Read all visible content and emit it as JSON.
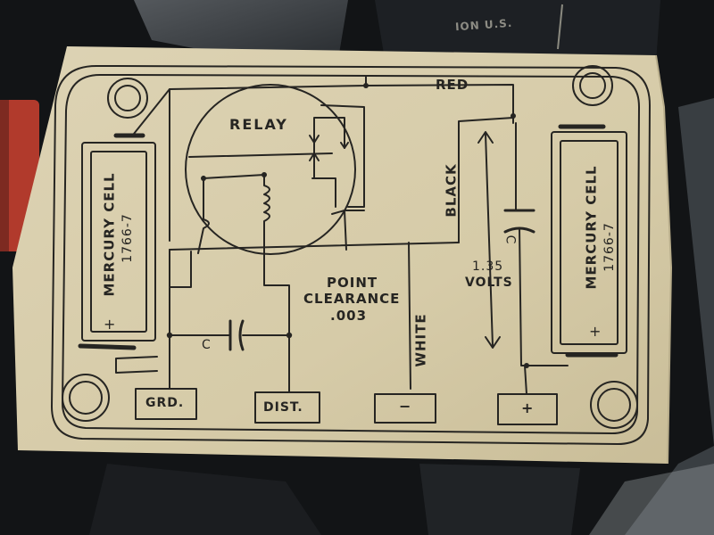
{
  "diagram": {
    "labels": {
      "relay": "RELAY",
      "red": "RED",
      "black": "BLACK",
      "white": "WHITE",
      "point_clearance_line1": "POINT",
      "point_clearance_line2": "CLEARANCE",
      "point_clearance_value": ".003",
      "volts_value": "1.35",
      "volts_unit": "VOLTS",
      "capacitor_left": "C",
      "capacitor_right": "C",
      "left_cell_name": "MERCURY CELL",
      "left_cell_model": "1766-7",
      "right_cell_name": "MERCURY CELL",
      "right_cell_model": "1766-7",
      "left_cell_plus": "+",
      "right_cell_plus": "+",
      "terminal_grd": "GRD.",
      "terminal_dist": "DIST.",
      "terminal_minus": "−",
      "terminal_plus": "+"
    }
  },
  "background": {
    "top_label_fragment": "ION U.S."
  },
  "colors": {
    "paper": "#d9cfae",
    "ink": "#262522",
    "dark_surface": "#121416",
    "red_box": "#b13a2c"
  }
}
